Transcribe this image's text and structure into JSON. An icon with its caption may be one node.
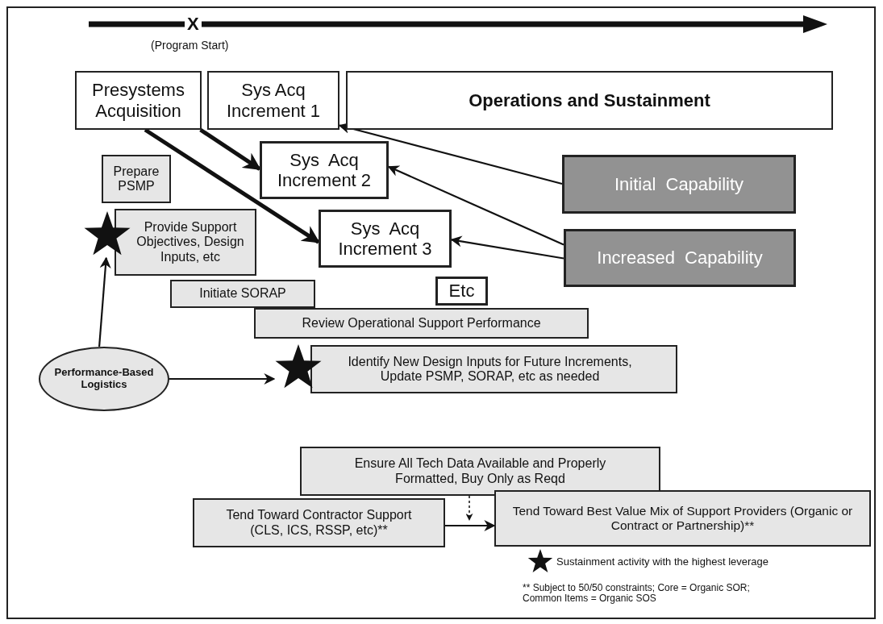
{
  "diagram": {
    "nodes": [
      {
        "text": [
          "Presystems Acquisition"
        ]
      },
      {
        "text": [
          "Sys Acq Increment 1"
        ]
      },
      {
        "text": [
          "Operations and Sustainment"
        ]
      },
      {
        "text": [
          "Prepare PSMP"
        ]
      },
      {
        "text": [
          "Sys  Acq Increment 2"
        ]
      },
      {
        "text": [
          "Initial  Capability"
        ]
      },
      {
        "text": [],
        "shape": "star"
      },
      {
        "text": [
          "Provide Support Objectives, Design Inputs, etc"
        ]
      },
      {
        "text": [
          "Sys  Acq Increment 3"
        ]
      },
      {
        "text": [
          "Increased  Capability"
        ]
      },
      {
        "text": [
          "Initiate SORAP"
        ]
      },
      {
        "text": [
          "Etc"
        ]
      },
      {
        "text": [
          "Review Operational Support Performance"
        ]
      },
      {
        "text": [
          "Performance-Based Logistics"
        ]
      },
      {
        "text": [],
        "shape": "star"
      },
      {
        "text": [
          "Identify New Design Inputs for Future Increments, Update PSMP, SORAP, etc as needed"
        ]
      },
      {
        "text": [
          "Ensure All Tech Data Available and Properly Formatted, Buy Only as Reqd"
        ]
      },
      {
        "text": [
          "Tend Toward Contractor Support (CLS, ICS, RSSP, etc)**"
        ]
      },
      {
        "text": [
          "Tend Toward Best Value Mix of Support Providers (Organic or Contract or Partnership)**"
        ]
      }
    ],
    "edges": [
      {
        "from": 0,
        "to": 4,
        "arrow": "to",
        "style": "thick"
      },
      {
        "from": 0,
        "to": 8,
        "arrow": "to",
        "style": "thick"
      },
      {
        "from": 5,
        "to": 1,
        "arrow": "to"
      },
      {
        "from": 9,
        "to": 4,
        "arrow": "to"
      },
      {
        "from": 9,
        "to": 8,
        "arrow": "to"
      },
      {
        "from": 13,
        "to": 6,
        "arrow": "to"
      },
      {
        "from": 13,
        "to": 14,
        "arrow": "to"
      },
      {
        "from": 16,
        "to": null,
        "arrow": "to",
        "style": "dashed"
      },
      {
        "from": 17,
        "to": 18,
        "arrow": "to"
      }
    ],
    "labels": [
      "X",
      "(Program Start)",
      "** Subject to 50/50 constraints; Core = Organic SOR; Common Items = Organic SOS"
    ],
    "legend": [
      {
        "text": "Sustainment activity with the highest leverage"
      }
    ]
  }
}
